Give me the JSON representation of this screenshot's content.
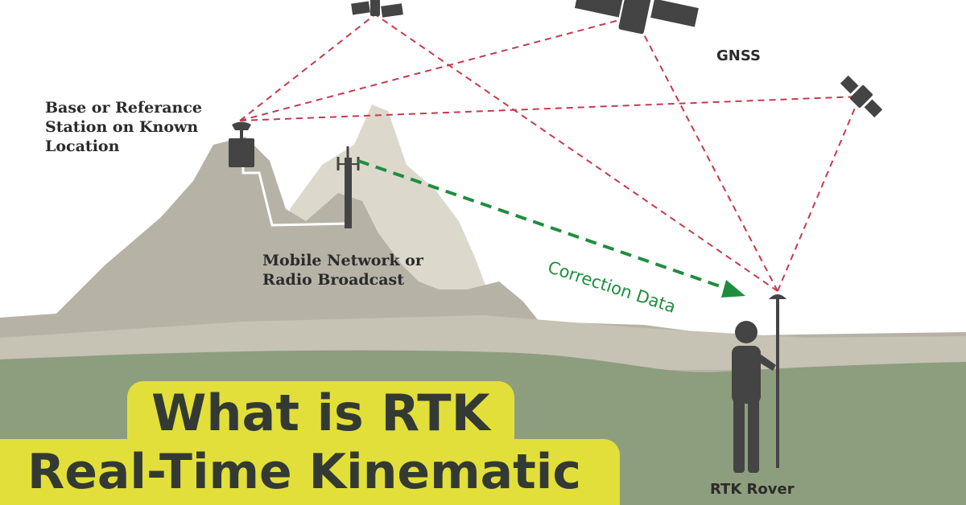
{
  "labels": {
    "base_station_line1": "Base or Referance",
    "base_station_line2": "Station on Known",
    "base_station_line3": "Location",
    "network_line1": "Mobile Network or",
    "network_line2": "Radio Broadcast",
    "correction": "Correction Data",
    "gnss": "GNSS",
    "rover": "RTK Rover"
  },
  "banner": {
    "title": "What is RTK",
    "subtitle": "Real-Time Kinematic"
  },
  "colors": {
    "sky": "#ffffff",
    "mountain_back": "#dcd9cc",
    "mountain_front": "#b6b2a6",
    "ground": "#8d9e7e",
    "satellite_link": "#c43b4e",
    "correction_link": "#1e8e3e",
    "equipment": "#444444",
    "banner": "#e3df3a",
    "banner_text": "#333a33"
  },
  "icons": [
    "satellite-icon",
    "base-station-icon",
    "radio-tower-icon",
    "surveyor-icon",
    "gnss-antenna-icon"
  ]
}
